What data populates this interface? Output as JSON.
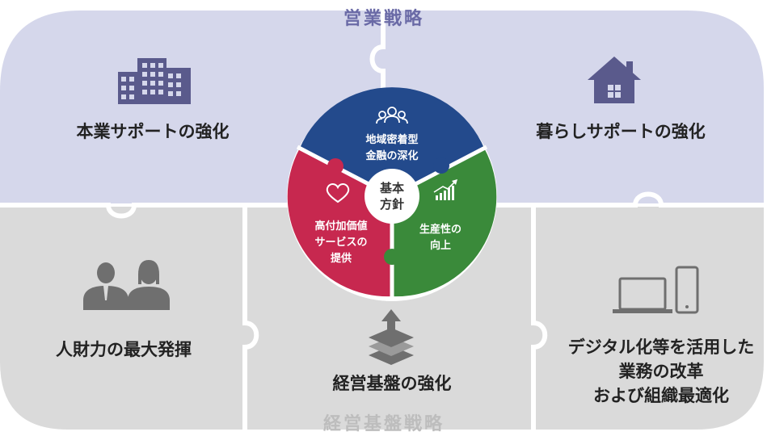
{
  "top_strategy": "営業戦略",
  "bottom_strategy": "経営基盤戦略",
  "pieces": {
    "business_support": "本業サポートの強化",
    "life_support": "暮らしサポートの強化",
    "human_resources": "人財力の最大発揮",
    "management_base": "経営基盤の強化",
    "digital_lines": [
      "デジタル化等を活用した",
      "業務の改革",
      "および組織最適化"
    ]
  },
  "core": {
    "title_lines": [
      "基本",
      "方針"
    ],
    "segments": {
      "regional": [
        "地域密着型",
        "金融の深化"
      ],
      "value_added": [
        "高付加価値",
        "サービスの",
        "提供"
      ],
      "productivity": [
        "生産性の",
        "向上"
      ]
    }
  },
  "icons": {
    "business_support": "office-building-icon",
    "life_support": "house-icon",
    "human_resources": "two-people-icon",
    "management_base": "stacked-layers-up-arrow-icon",
    "digital": "laptop-and-phone-icon",
    "regional": "group-icon",
    "value_added": "heart-icon",
    "productivity": "rising-chart-icon"
  },
  "colors": {
    "top_band": "#d5d7eb",
    "bottom_band": "#dadada",
    "top_strategy_text": "#6a6aa6",
    "bottom_strategy_text": "#bdbdbd",
    "segment_regional": "#234a8c",
    "segment_value_added": "#c7284f",
    "segment_productivity": "#3a8a3a",
    "icon_top": "#5a5a8c",
    "icon_bottom": "#6f6f6f"
  }
}
